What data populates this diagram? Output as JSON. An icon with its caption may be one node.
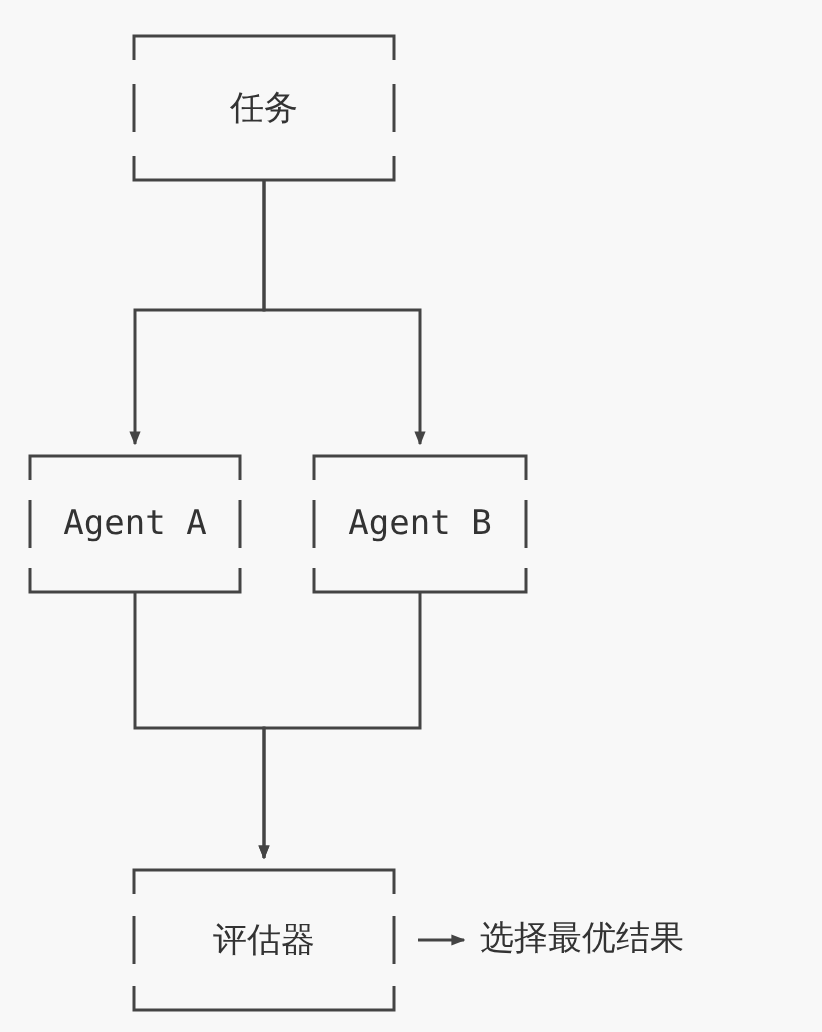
{
  "diagram": {
    "nodes": [
      {
        "text": [
          "任务"
        ]
      },
      {
        "text": [
          "Agent A"
        ]
      },
      {
        "text": [
          "Agent B"
        ]
      },
      {
        "text": [
          "评估器"
        ]
      },
      {
        "text": [
          "选择最优结果"
        ]
      }
    ],
    "edges": [
      {
        "from": 0,
        "to": 1,
        "arrow": "to"
      },
      {
        "from": 0,
        "to": 2,
        "arrow": "to"
      },
      {
        "from": 1,
        "to": 3,
        "arrow": "to"
      },
      {
        "from": 2,
        "to": 3,
        "arrow": "to"
      },
      {
        "from": 3,
        "to": 4,
        "arrow": "to"
      }
    ]
  }
}
